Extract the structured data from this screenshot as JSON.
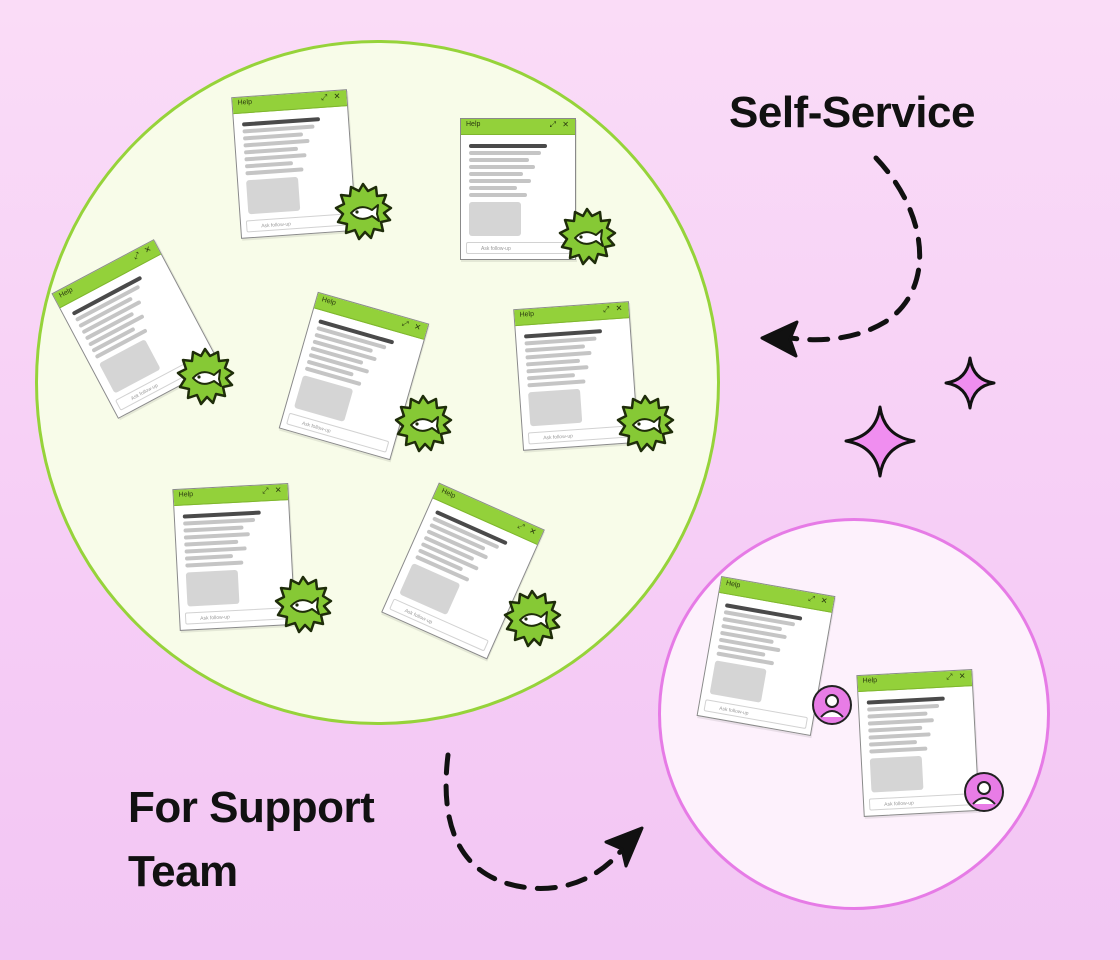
{
  "labels": {
    "self_service": "Self-Service",
    "for_support_team": "For Support Team"
  },
  "card": {
    "title": "Help",
    "controls": "⤢ ✕",
    "input_placeholder": "Ask follow-up"
  },
  "colors": {
    "background": "#f6cdf6",
    "self_service_circle_fill": "#f8fce9",
    "self_service_circle_border": "#96d33a",
    "support_circle_fill": "#fdf1fc",
    "support_circle_border": "#e67be6",
    "card_titlebar": "#93d13a",
    "badge_fill": "#86c935",
    "sparkle_fill": "#f08ef0",
    "avatar_fill": "#e87ce6"
  },
  "icons": [
    "fish-badge-icon",
    "person-avatar-icon",
    "sparkle-icon",
    "dashed-arrow-icon"
  ]
}
